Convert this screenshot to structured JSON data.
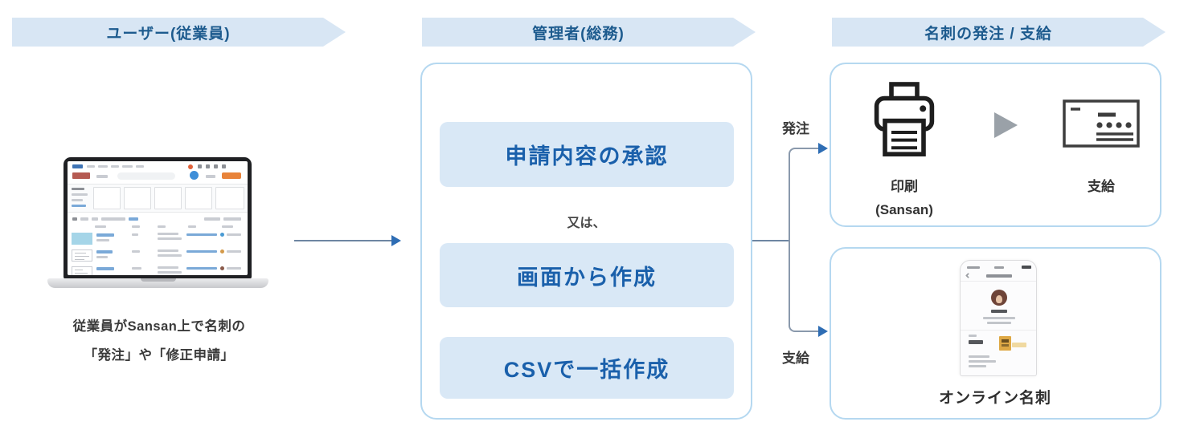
{
  "banners": [
    {
      "label": "ユーザー(従業員)"
    },
    {
      "label": "管理者(総務)"
    },
    {
      "label": "名刺の発注 / 支給"
    }
  ],
  "user_column": {
    "caption_line1": "従業員がSansan上で名刺の",
    "caption_line2": "「発注」や「修正申請」"
  },
  "admin_column": {
    "approve_label": "申請内容の承認",
    "or_label": "又は、",
    "create_screen_label": "画面から作成",
    "create_csv_label": "CSVで一括作成"
  },
  "branch_labels": {
    "order": "発注",
    "supply": "支給"
  },
  "output_column": {
    "print_label": "印刷",
    "print_sublabel": "(Sansan)",
    "supply_label": "支給",
    "online_card_label": "オンライン名刺"
  },
  "colors": {
    "banner_fill": "#d8e6f4",
    "banner_text": "#1d5b8e",
    "box_border": "#b5d8f0",
    "option_fill": "#d9e8f6",
    "option_text": "#1a60ab",
    "connector_line": "#8a99ac",
    "arrowhead": "#2e6db4",
    "label_text": "#3a3a3a"
  }
}
